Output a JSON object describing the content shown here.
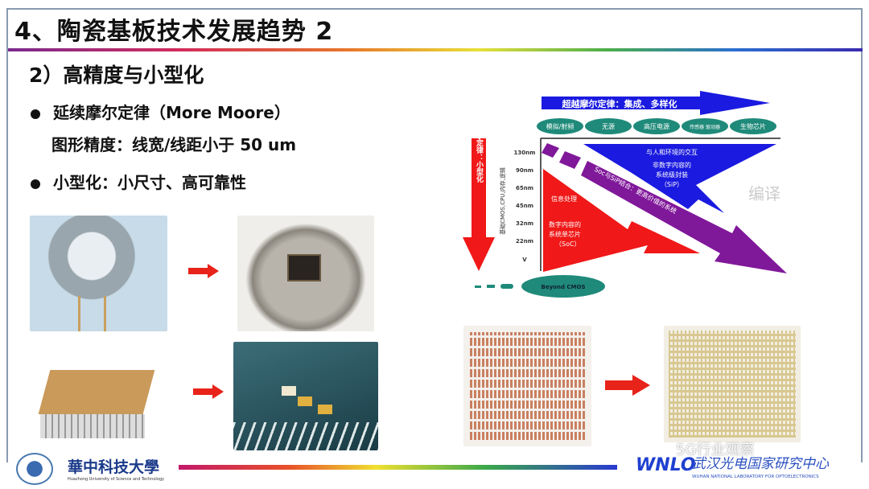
{
  "slide": {
    "title": "4、陶瓷基板技术发展趋势 2",
    "subtitle": "2）高精度与小型化",
    "bullets": [
      {
        "text": "延续摩尔定律（More Moore）"
      },
      {
        "text": "图形精度：线宽/线距小于 50 um",
        "indent": true
      },
      {
        "text": "小型化：小尺寸、高可靠性"
      }
    ]
  },
  "diagram": {
    "top_arrow": "超越摩尔定律：集成、多样化",
    "categories": [
      "模拟/射频",
      "无源",
      "高压电源",
      "传感器\n驱动器",
      "生物芯片"
    ],
    "left_arrow": "延续摩尔定律：小型化",
    "y_axis_label": "基础CMOS,CPU,内存,逻辑",
    "nodes": [
      "130nm",
      "90nm",
      "65nm",
      "45nm",
      "32nm",
      "22nm",
      "V"
    ],
    "sip_lines": [
      "与人和环境的交互",
      "非数字内容的",
      "系统级封装",
      "（SiP）"
    ],
    "soc_lines": [
      "信息处理",
      "数字内容的",
      "系统单芯片",
      "（SoC）"
    ],
    "combined": "Soc与SiP结合：更高价值的系统",
    "beyond": "Beyond CMOS",
    "watermark": "编译",
    "colors": {
      "blue": "#1a1ae0",
      "red": "#f01818",
      "purple": "#80189a",
      "teal": "#1f8a7a"
    }
  },
  "footer": {
    "hust_name": "華中科技大學",
    "hust_en": "Huazhong University of Science and Technology",
    "wnlo_logo": "WNLO",
    "wnlo_name": "武汉光电国家研究中心",
    "wnlo_en": "WUHAN NATIONAL LABORATORY FOR OPTOELECTRONICS",
    "watermark": "5G行业观察"
  }
}
